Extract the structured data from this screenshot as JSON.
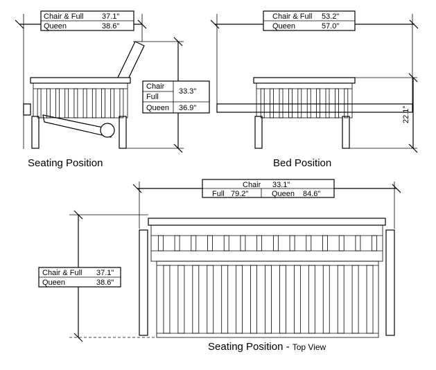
{
  "side_view": {
    "width_table": [
      {
        "label": "Chair & Full",
        "value": "37.1\""
      },
      {
        "label": "Queen",
        "value": "38.6\""
      }
    ],
    "height_table": {
      "label_line1": "Chair",
      "label_line2": "Full",
      "value1": "33.3\"",
      "label3": "Queen",
      "value3": "36.9\""
    },
    "caption": "Seating Position"
  },
  "bed_view": {
    "width_table": [
      {
        "label": "Chair & Full",
        "value": "53.2\""
      },
      {
        "label": "Queen",
        "value": "57.0\""
      }
    ],
    "height_value": "22.1\"",
    "caption": "Bed Position"
  },
  "top_view": {
    "width_table": {
      "chair_label": "Chair",
      "chair_value": "33.1\"",
      "full_label": "Full",
      "full_value": "79.2\"",
      "queen_label": "Queen",
      "queen_value": "84.6\""
    },
    "depth_table": [
      {
        "label": "Chair & Full",
        "value": "37.1\""
      },
      {
        "label": "Queen",
        "value": "38.6\""
      }
    ],
    "caption_main": "Seating Position - ",
    "caption_sub": "Top View"
  }
}
